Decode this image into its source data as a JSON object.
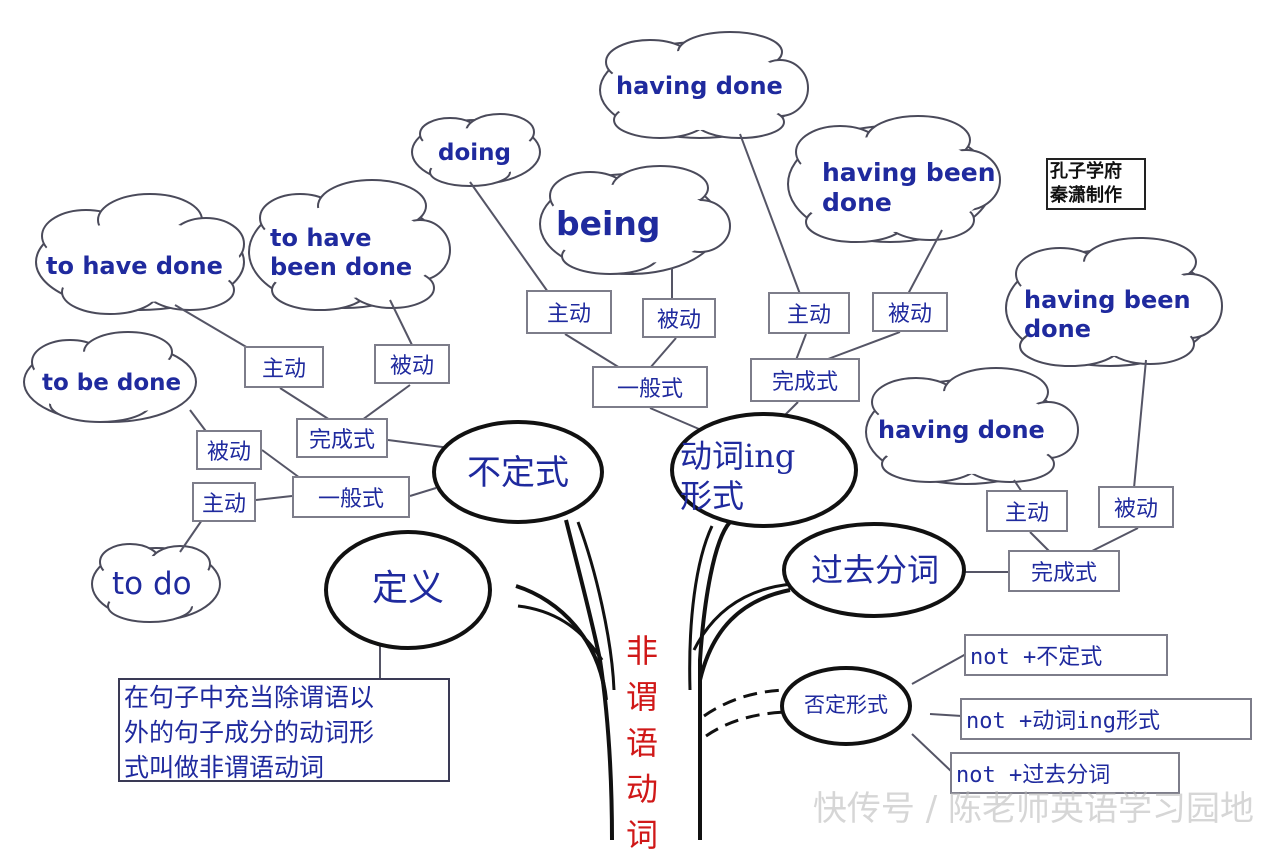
{
  "trunk_label": [
    "非",
    "谓",
    "语",
    "动",
    "词"
  ],
  "branches": {
    "infinitive": "不定式",
    "definition": "定义",
    "gerund_line1": "动词ing",
    "gerund_line2": "形式",
    "past_participle": "过去分词",
    "negative": "否定形式"
  },
  "definition_text": [
    "在句子中充当除谓语以",
    "外的句子成分的动词形",
    "式叫做非谓语动词"
  ],
  "credit": [
    "孔子学府",
    "秦潇制作"
  ],
  "labels": {
    "simple": "一般式",
    "perfect": "完成式",
    "active": "主动",
    "passive": "被动"
  },
  "clouds": {
    "to_have_done": "to have done",
    "to_have_been_done_1": "to have",
    "to_have_been_done_2": "been done",
    "to_be_done": "to be done",
    "to_do": "to do",
    "doing": "doing",
    "being": "being",
    "having_done_top": "having done",
    "having_been_done_top_1": "having been",
    "having_been_done_top_2": "done",
    "having_been_done_right_1": "having been",
    "having_been_done_right_2": "done",
    "having_done_right": "having done"
  },
  "negation": {
    "inf": "not +不定式",
    "ing": "not +动词ing形式",
    "pp": "not +过去分词"
  },
  "watermark": "快传号 / 陈老师英语学习园地",
  "colors": {
    "text": "#1f2a9e",
    "trunk_label": "#d01818",
    "line": "#555566"
  }
}
